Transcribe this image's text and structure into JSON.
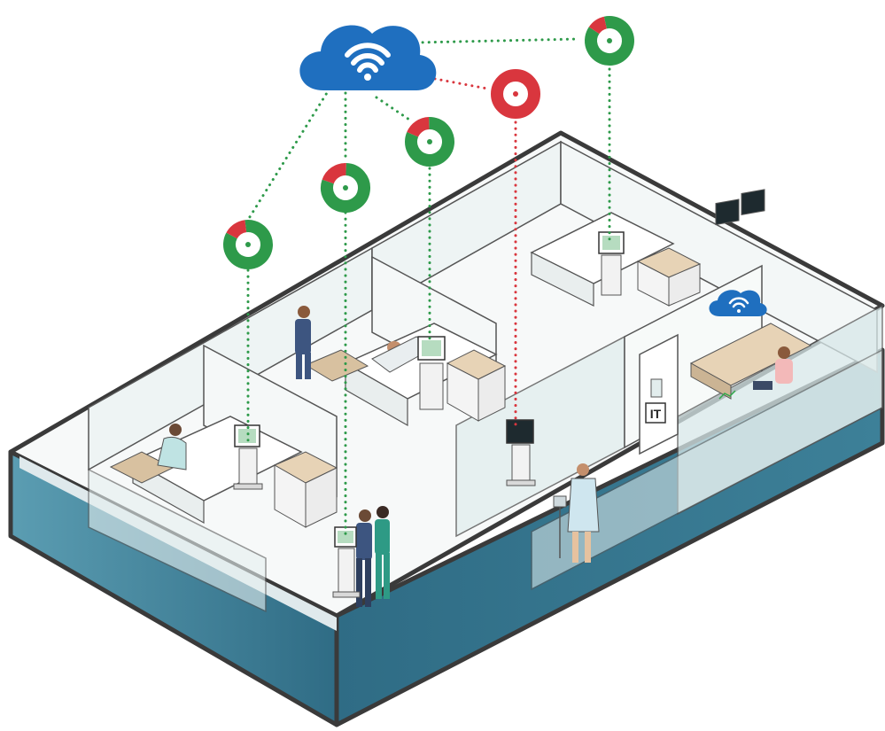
{
  "colors": {
    "cloud": "#1f6fbf",
    "ok": "#2e9a4a",
    "alert": "#d9363e",
    "wall_outer": "#3f7f96",
    "floor": "#ffffff",
    "outline": "#3a3a3a",
    "glass": "#e8f2f2",
    "cabinet": "#e7d3b6",
    "screen_glow": "#2ea84a"
  },
  "icons": {
    "cloud": "wifi-cloud-icon",
    "status_ring": "donut-status-icon",
    "cart": "medical-cart-icon"
  },
  "it_room": {
    "door_label": "IT"
  },
  "nodes": [
    {
      "id": "cart-room1",
      "status": "warning",
      "alert_fraction": 0.15
    },
    {
      "id": "cart-hall",
      "status": "warning",
      "alert_fraction": 0.2
    },
    {
      "id": "cart-room2",
      "status": "warning",
      "alert_fraction": 0.18
    },
    {
      "id": "cart-corridor",
      "status": "offline",
      "alert_fraction": 1.0
    },
    {
      "id": "cart-room3",
      "status": "warning",
      "alert_fraction": 0.12
    }
  ]
}
